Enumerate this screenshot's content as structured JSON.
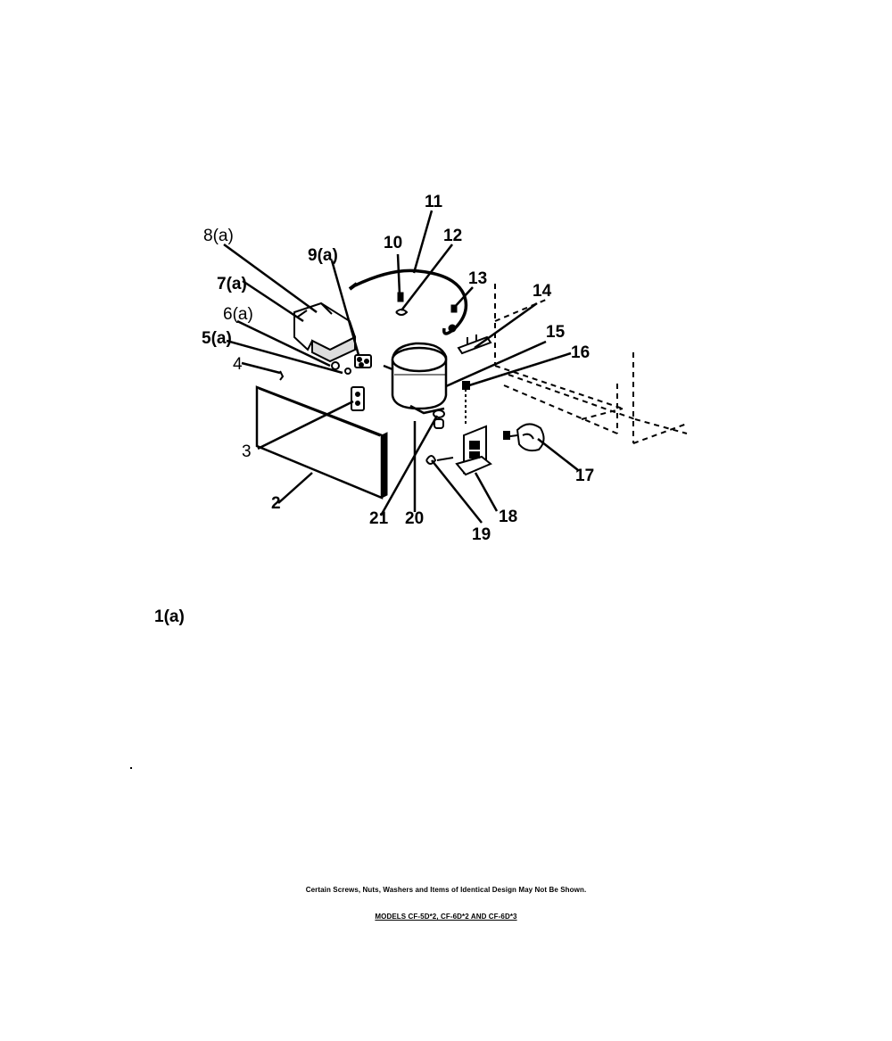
{
  "callouts": {
    "c2": "2",
    "c3": "3",
    "c4": "4",
    "c5a": "5(a)",
    "c6a": "6(a)",
    "c7a": "7(a)",
    "c8a": "8(a)",
    "c9a": "9(a)",
    "c10": "10",
    "c11": "11",
    "c12": "12",
    "c13": "13",
    "c14": "14",
    "c15": "15",
    "c16": "16",
    "c17": "17",
    "c18": "18",
    "c19": "19",
    "c20": "20",
    "c21": "21"
  },
  "part_1a": "1(a)",
  "footer": {
    "disclaimer": "Certain Screws, Nuts, Washers and Items of Identical Design May Not Be Shown.",
    "models": "MODELS CF-5D*2, CF-6D*2 AND CF-6D*3"
  }
}
